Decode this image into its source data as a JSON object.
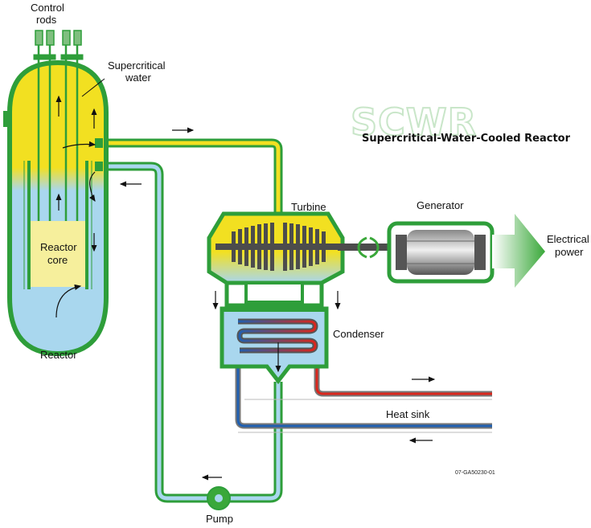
{
  "labels": {
    "control_rods_1": "Control",
    "control_rods_2": "rods",
    "supercritical_1": "Supercritical",
    "supercritical_2": "water",
    "reactor_core_1": "Reactor",
    "reactor_core_2": "core",
    "reactor": "Reactor",
    "turbine": "Turbine",
    "generator": "Generator",
    "electrical_1": "Electrical",
    "electrical_2": "power",
    "condenser": "Condenser",
    "heat_sink": "Heat sink",
    "pump": "Pump",
    "figure_code": "07-GA50230-01"
  },
  "logo": {
    "acronym": "SCWR",
    "subtitle": "Supercritical-Water-Cooled Reactor"
  },
  "colors": {
    "vessel_green": "#2e9e3a",
    "steam_yellow": "#f2e021",
    "water_blue": "#a9d7ee",
    "core_cream": "#f6ef9c",
    "hot_red": "#d9261c",
    "cold_blue": "#1f5fb0",
    "arrow_green": "#4ab54a"
  }
}
